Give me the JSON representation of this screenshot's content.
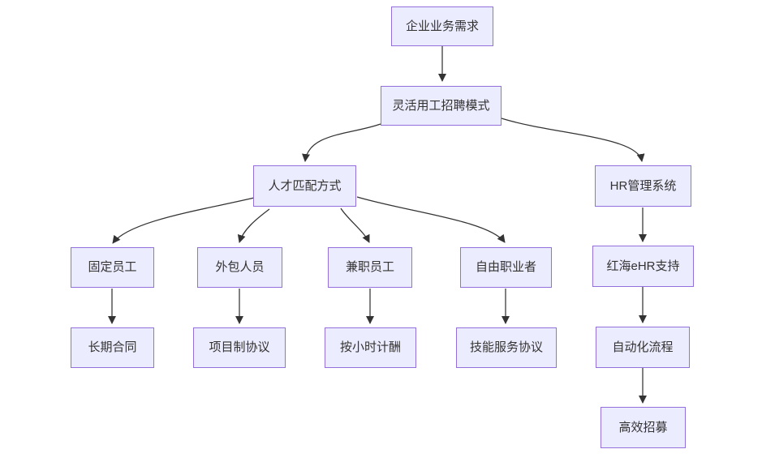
{
  "diagram": {
    "kind": "flowchart",
    "direction": "top-down",
    "colors": {
      "node_fill": "#ECECFF",
      "node_border": "#9370DB",
      "edge_line": "#333333",
      "text": "#333333",
      "background": "#FFFFFF"
    },
    "nodes": {
      "n1": {
        "label": "企业业务需求"
      },
      "n2": {
        "label": "灵活用工招聘模式"
      },
      "n3": {
        "label": "人才匹配方式"
      },
      "n4": {
        "label": "HR管理系统"
      },
      "n5": {
        "label": "固定员工"
      },
      "n6": {
        "label": "外包人员"
      },
      "n7": {
        "label": "兼职员工"
      },
      "n8": {
        "label": "自由职业者"
      },
      "n9": {
        "label": "红海eHR支持"
      },
      "n10": {
        "label": "长期合同"
      },
      "n11": {
        "label": "项目制协议"
      },
      "n12": {
        "label": "按小时计酬"
      },
      "n13": {
        "label": "技能服务协议"
      },
      "n14": {
        "label": "自动化流程"
      },
      "n15": {
        "label": "高效招募"
      }
    },
    "edges": [
      {
        "from": "企业业务需求",
        "to": "灵活用工招聘模式"
      },
      {
        "from": "灵活用工招聘模式",
        "to": "人才匹配方式"
      },
      {
        "from": "灵活用工招聘模式",
        "to": "HR管理系统"
      },
      {
        "from": "人才匹配方式",
        "to": "固定员工"
      },
      {
        "from": "人才匹配方式",
        "to": "外包人员"
      },
      {
        "from": "人才匹配方式",
        "to": "兼职员工"
      },
      {
        "from": "人才匹配方式",
        "to": "自由职业者"
      },
      {
        "from": "固定员工",
        "to": "长期合同"
      },
      {
        "from": "外包人员",
        "to": "项目制协议"
      },
      {
        "from": "兼职员工",
        "to": "按小时计酬"
      },
      {
        "from": "自由职业者",
        "to": "技能服务协议"
      },
      {
        "from": "HR管理系统",
        "to": "红海eHR支持"
      },
      {
        "from": "红海eHR支持",
        "to": "自动化流程"
      },
      {
        "from": "自动化流程",
        "to": "高效招募"
      }
    ]
  }
}
